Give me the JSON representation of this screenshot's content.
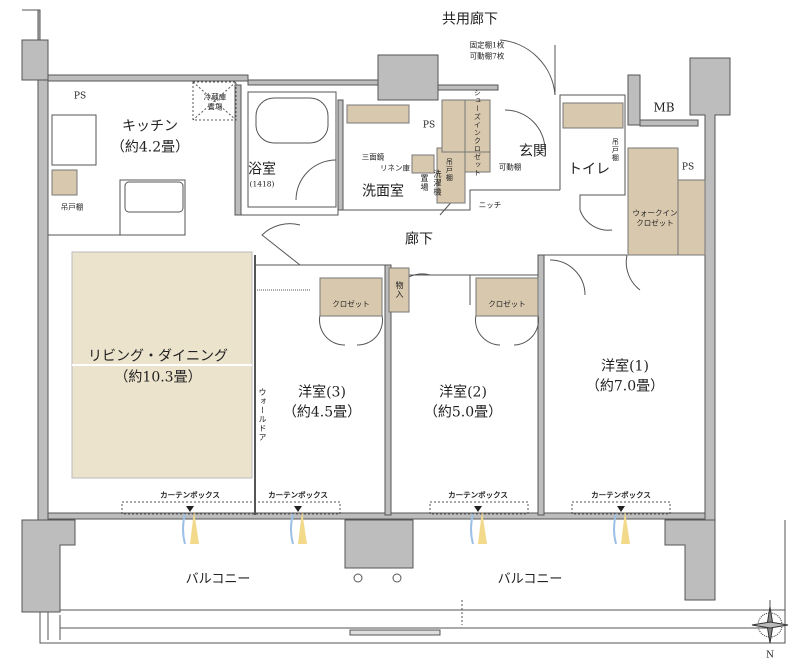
{
  "colors": {
    "wall": "#bdbdbd",
    "wall_outline": "#555555",
    "storage": "#d8c8ae",
    "living_floor": "#ece3cd",
    "curtain_blue": "#9cc0e6",
    "curtain_yellow": "#f3d98a"
  },
  "labels": {
    "shared_corridor": "共用廊下",
    "shelf_note_1": "固定棚1枚",
    "shelf_note_2": "可動棚7枚",
    "ps_kitchen": "PS",
    "ps_wash": "PS",
    "ps_wic": "PS",
    "mb": "MB",
    "kitchen_name": "キッチン",
    "kitchen_size": "（約4.2畳）",
    "fridge_1": "冷蔵庫",
    "fridge_2": "置場",
    "hanging_shelf_kitchen": "吊戸棚",
    "bath_name": "浴室",
    "bath_size": "(1418)",
    "triple_mirror": "三面鏡",
    "linen": "リネン庫",
    "washroom": "洗面室",
    "washer": "洗濯機",
    "washer_place": "置場",
    "hanging_shelf_wash": "吊戸棚",
    "shoe_closet": "シューズインクロゼット",
    "movable_shelf": "可動棚",
    "niche": "ニッチ",
    "entrance": "玄関",
    "toilet": "トイレ",
    "hanging_shelf_toilet": "吊戸棚",
    "wic_1": "ウォークイン",
    "wic_2": "クロゼット",
    "hallway": "廊下",
    "storage": "物入",
    "closet_3": "クロゼット",
    "closet_2": "クロゼット",
    "living_name": "リビング・ダイニング",
    "living_size": "（約10.3畳）",
    "wall_door": "ウォールドア",
    "room3_name": "洋室(3)",
    "room3_size": "（約4.5畳）",
    "room2_name": "洋室(2)",
    "room2_size": "（約5.0畳）",
    "room1_name": "洋室(1)",
    "room1_size": "（約7.0畳）",
    "curtain_box_1": "カーテンボックス",
    "curtain_box_2": "カーテンボックス",
    "curtain_box_3": "カーテンボックス",
    "curtain_box_4": "カーテンボックス",
    "balcony_left": "バルコニー",
    "balcony_right": "バルコニー",
    "north": "N"
  }
}
